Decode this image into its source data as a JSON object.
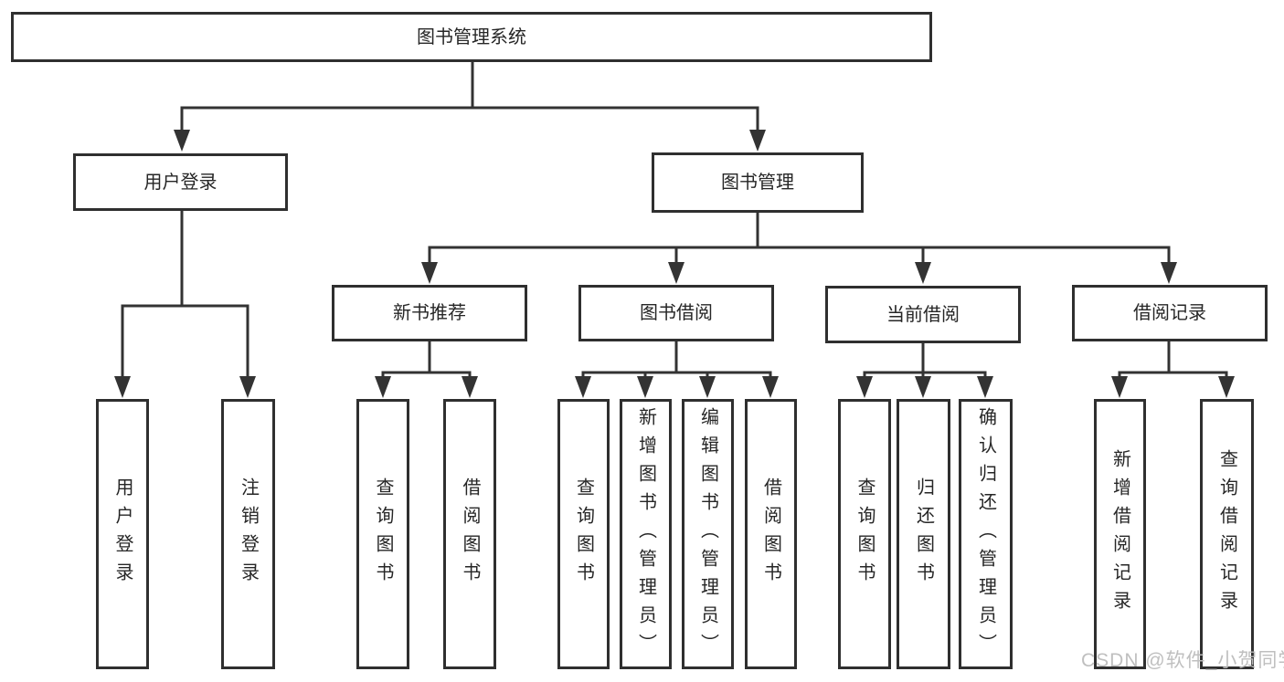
{
  "diagram": {
    "root": {
      "label": "图书管理系统"
    },
    "branches": [
      {
        "label": "用户登录",
        "children": [
          {
            "label": "用户登录"
          },
          {
            "label": "注销登录"
          }
        ]
      },
      {
        "label": "图书管理",
        "children": [
          {
            "label": "新书推荐",
            "children": [
              {
                "label": "查询图书"
              },
              {
                "label": "借阅图书"
              }
            ]
          },
          {
            "label": "图书借阅",
            "children": [
              {
                "label": "查询图书"
              },
              {
                "label": "新增图书（管理员）"
              },
              {
                "label": "编辑图书（管理员）"
              },
              {
                "label": "借阅图书"
              }
            ]
          },
          {
            "label": "当前借阅",
            "children": [
              {
                "label": "查询图书"
              },
              {
                "label": "归还图书"
              },
              {
                "label": "确认归还（管理员）"
              }
            ]
          },
          {
            "label": "借阅记录",
            "children": [
              {
                "label": "新增借阅记录"
              },
              {
                "label": "查询借阅记录"
              }
            ]
          }
        ]
      }
    ]
  },
  "watermark": {
    "text": "CSDN @软件_小贺同学"
  },
  "colors": {
    "line": "#333333",
    "border": "#2f2f2f",
    "text": "#262626",
    "watermark": "#bcbcbc"
  }
}
